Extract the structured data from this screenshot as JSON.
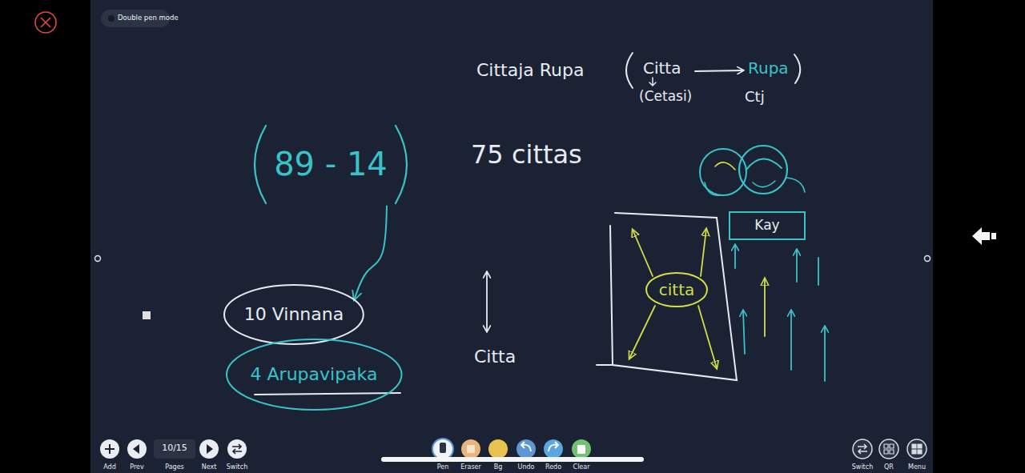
{
  "diagram": {
    "nodes": [
      {
        "text": [
          "89 - 14"
        ]
      },
      {
        "text": [
          "10 Vinnana"
        ]
      },
      {
        "text": [
          "4 Arupavipaka"
        ]
      },
      {
        "text": [
          "citta"
        ]
      },
      {
        "text": [
          "Kay"
        ]
      }
    ],
    "edges": [
      {
        "from": 0,
        "to": 1,
        "arrow": "to"
      }
    ],
    "labels": [
      "Double pen mode",
      "Cittaja Rupa",
      "Citta",
      "Rupa",
      "(Cetasi)",
      "Ctj",
      "75 cittas",
      "Citta",
      "10/15",
      "Add",
      "Prev",
      "Pages",
      "Next",
      "Switch",
      "Pen",
      "Eraser",
      "Bg",
      "Undo",
      "Redo",
      "Clear",
      "Switch",
      "QR",
      "Menu"
    ]
  }
}
